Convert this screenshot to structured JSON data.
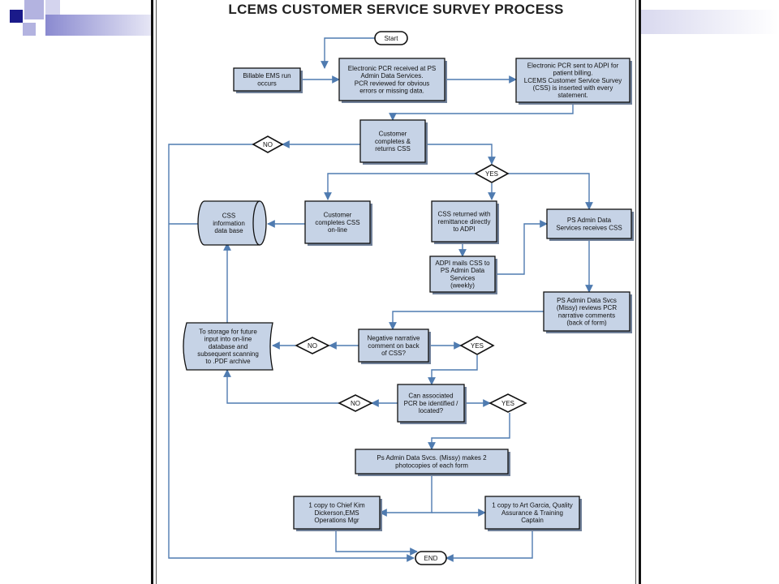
{
  "title": "LCEMS CUSTOMER SERVICE SURVEY PROCESS",
  "colors": {
    "box_fill": "#c6d3e6",
    "box_stroke": "#111111",
    "shadow": "#6f7f98",
    "connector": "#4f7bb0",
    "decision_fill": "#ffffff",
    "deco_navy": "#1a1a8a",
    "deco_lilac": "#b3b3e0"
  },
  "nodes": {
    "start": "Start",
    "billable": [
      "Billable EMS run",
      "occurs"
    ],
    "pcr_received": [
      "Electronic PCR received at PS",
      "Admin Data Services.",
      "PCR reviewed for obvious",
      "errors or missing data."
    ],
    "pcr_sent": [
      "Electronic PCR sent to ADPI for",
      "patient billing.",
      "LCEMS Customer Service Survey",
      "(CSS) is inserted with every",
      "statement."
    ],
    "customer_returns": [
      "Customer",
      "completes &",
      "returns CSS"
    ],
    "no1": "NO",
    "yes1": "YES",
    "database": [
      "CSS",
      "information",
      "data base"
    ],
    "online": [
      "Customer",
      "completes CSS",
      "on-line"
    ],
    "remittance": [
      "CSS returned with",
      "remittance directly",
      "to ADPI"
    ],
    "ps_receives": [
      "PS Admin Data",
      "Services receives CSS"
    ],
    "adpi_mails": [
      "ADPI mails CSS to",
      "PS Admin Data",
      "Services",
      "(weekly)"
    ],
    "missy_reviews": [
      "PS Admin Data Svcs",
      "(Missy) reviews PCR",
      "narrative comments",
      "(back of form)"
    ],
    "storage": [
      "To storage for future",
      "input into on-line",
      "database and",
      "subsequent scanning",
      "to .PDF archive"
    ],
    "no2": "NO",
    "negative": [
      "Negative narrative",
      "comment on back",
      "of CSS?"
    ],
    "yes2": "YES",
    "no3": "NO",
    "identify": [
      "Can associated",
      "PCR be identified /",
      "located?"
    ],
    "yes3": "YES",
    "photocopies": [
      "Ps Admin Data Svcs. (Missy) makes 2",
      "photocopies of each form"
    ],
    "copy_chief": [
      "1 copy to Chief Kim",
      "Dickerson,EMS",
      "Operations Mgr"
    ],
    "copy_art": [
      "1 copy to Art Garcia, Quality",
      "Assurance & Training",
      "Captain"
    ],
    "end": "END"
  }
}
